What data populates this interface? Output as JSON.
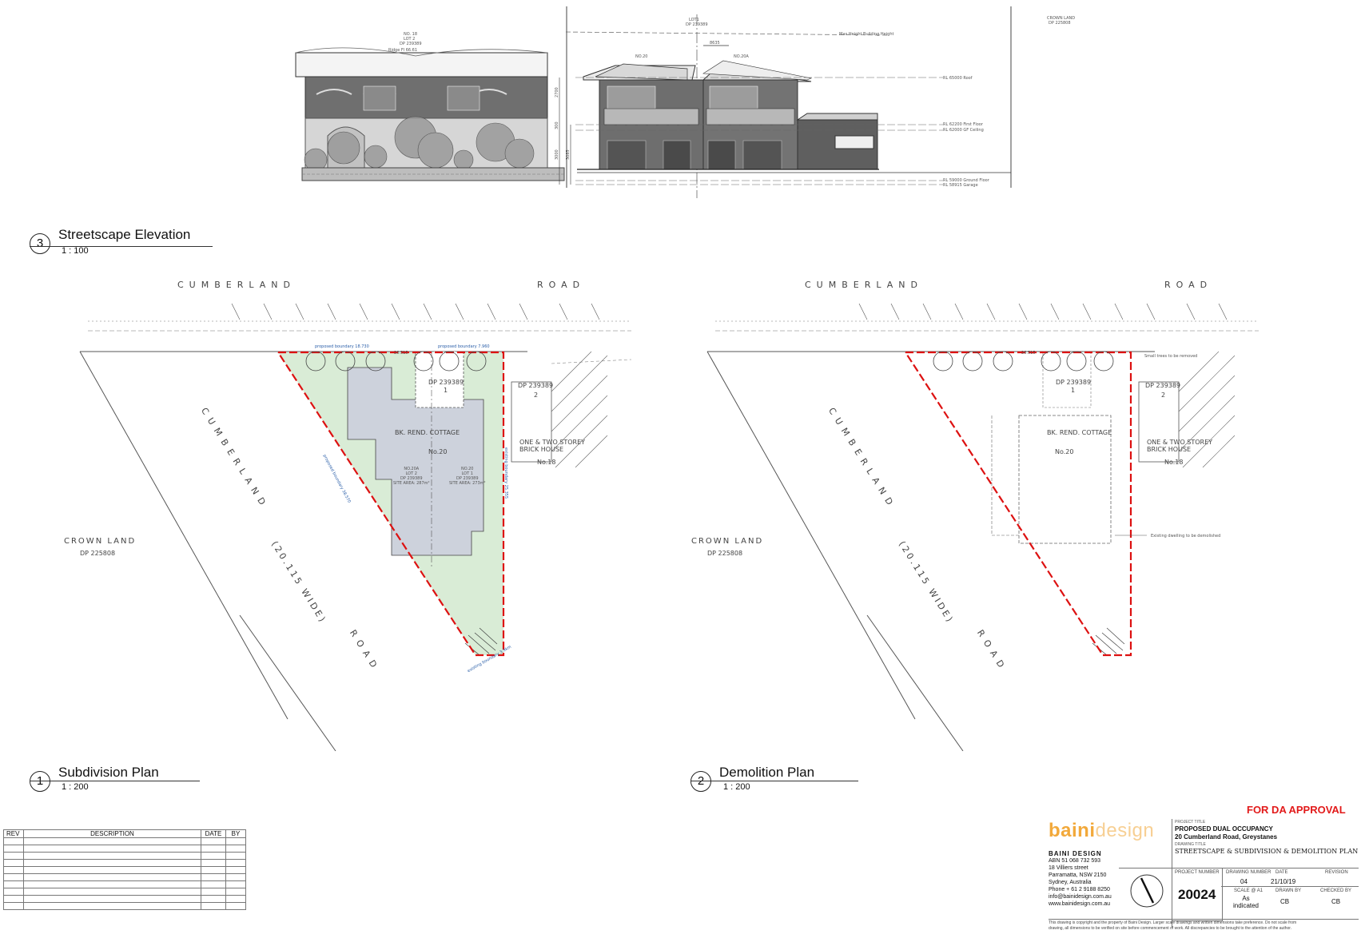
{
  "elevation": {
    "number": "3",
    "title": "Streetscape Elevation",
    "scale": "1 : 100",
    "labels": {
      "no18": "NO. 18",
      "lot2": "LOT 2",
      "dp_left": "DP 239389",
      "ridge": "Ridge Fl 66.61",
      "lot1": "LOT1",
      "dp_mid": "DP 239389",
      "max_height": "Max Height Building Height",
      "no20": "NO.20",
      "no20a": "NO.20A",
      "crown_land": "CROWN LAND",
      "dp_right": "DP 225808",
      "roof": "RL 65000  Roof",
      "first_floor": "RL 62200  First Floor",
      "gf_ceiling": "RL 62000  GF Ceiling",
      "ground_floor": "RL 59000  Ground Floor",
      "garage": "RL 58915  Garage",
      "dim_2700": "2700",
      "dim_300": "300",
      "dim_3000": "3000",
      "dim_3085": "3085",
      "dim_8635": "8635"
    }
  },
  "subdivision": {
    "number": "1",
    "title": "Subdivision Plan",
    "scale": "1 : 200",
    "road_top_left": "CUMBERLAND",
    "road_top_right": "ROAD",
    "road_diag_1": "CUMBERLAND",
    "road_diag_2": "(20.115 WIDE)",
    "road_diag_3": "ROAD",
    "crown_land": "CROWN   LAND",
    "dp_crown": "DP  225808",
    "dp_lot1": "DP 239389",
    "lot1_num": "1",
    "dp_lot2": "DP 239389",
    "lot2_num": "2",
    "cottage": "BK. REND. COTTAGE",
    "cottage_no": "No.20",
    "neighbour": "ONE & TWO STOREY",
    "neighbour2": "BRICK HOUSE",
    "neighbour_no": "No.18",
    "lot2_info": "NO.20A\nLOT 2\nDP 239389\nSITE AREA: 287m²",
    "lot1_info": "NO.20\nLOT 1\nDP 239389\nSITE AREA: 273m²",
    "boundary_top_left": "proposed boundary 18.730",
    "boundary_top_right": "proposed boundary 7.960",
    "boundary_diag": "proposed boundary 38.570",
    "boundary_right": "existing boundary 25.355",
    "boundary_bottom": "existing boundary 3.9km",
    "dim_top": "26.515"
  },
  "demolition": {
    "number": "2",
    "title": "Demolition Plan",
    "scale": "1 : 200",
    "road_top_left": "CUMBERLAND",
    "road_top_right": "ROAD",
    "road_diag_1": "CUMBERLAND",
    "road_diag_2": "(20.115 WIDE)",
    "road_diag_3": "ROAD",
    "crown_land": "CROWN   LAND",
    "dp_crown": "DP  225808",
    "dp_lot1": "DP 239389",
    "lot1_num": "1",
    "dp_lot2": "DP 239389",
    "lot2_num": "2",
    "cottage": "BK. REND. COTTAGE",
    "cottage_no": "No.20",
    "neighbour": "ONE & TWO STOREY",
    "neighbour2": "BRICK HOUSE",
    "neighbour_no": "No.18",
    "note_trees": "Small trees to be removed",
    "note_dwelling": "Existing dwelling to be demolished",
    "dim_top": "26.515"
  },
  "revision_table": {
    "headers": [
      "REV",
      "DESCRIPTION",
      "DATE",
      "BY"
    ]
  },
  "title_block": {
    "status": "FOR DA APPROVAL",
    "logo_part1": "baini",
    "logo_part2": "design",
    "company": "BAINI DESIGN",
    "abn": "ABN 51 068 732 593",
    "address1": "18 Villiers street",
    "address2": "Parramatta, NSW 2150",
    "address3": "Sydney, Australia",
    "phone": "Phone + 61 2 9188 8250",
    "email": "info@bainidesign.com.au",
    "web": "www.bainidesign.com.au",
    "project_title_label": "PROJECT TITLE",
    "project_title": "PROPOSED DUAL OCCUPANCY",
    "project_address": "20 Cumberland Road, Greystanes",
    "drawing_title_label": "DRAWING TITLE",
    "drawing_title": "STREETSCAPE & SUBDIVISION  & DEMOLITION PLAN",
    "project_number_label": "PROJECT NUMBER",
    "project_number": "20024",
    "drawing_number_label": "DRAWING NUMBER",
    "drawing_number": "04",
    "date_label": "DATE",
    "date": "21/10/19",
    "revision_label": "REVISION",
    "revision": "",
    "scale_label": "SCALE @ A1",
    "scale": "As indicated",
    "drawn_by_label": "DRAWN BY",
    "drawn_by": "CB",
    "checked_by_label": "CHECKED BY",
    "checked_by": "CB",
    "disclaimer1": "This drawing is copyright and the property of Baini Design. Larger scale drawings and written dimensions take preference. Do not scale from",
    "disclaimer2": "drawing, all dimensions to be verified on site before commencement of work. All discrepancies to be brought to the attention of the author.",
    "colors": {
      "status": "#e21a1a",
      "logo": "#f2a93b"
    }
  }
}
